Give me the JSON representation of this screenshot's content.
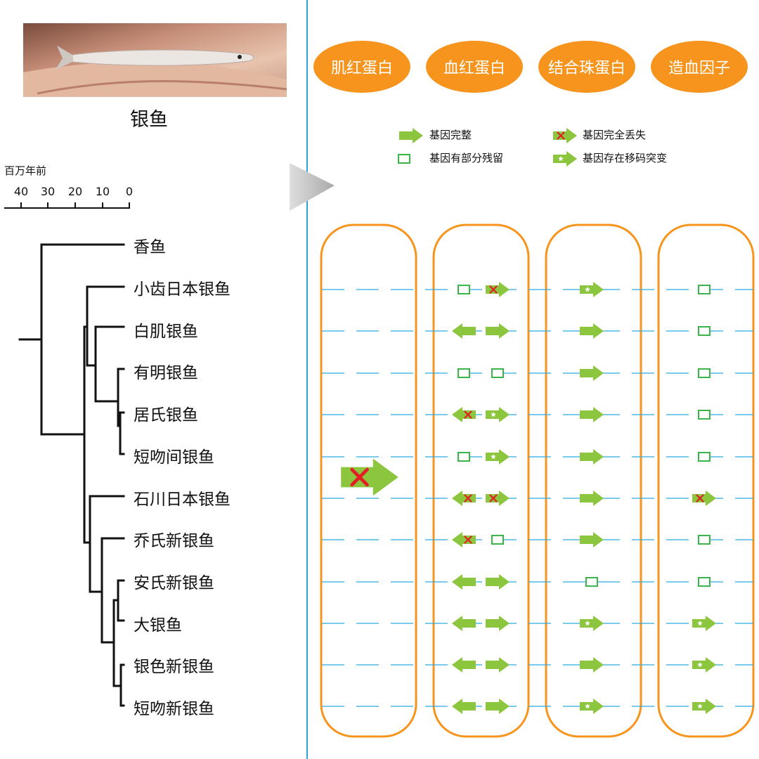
{
  "photo_caption": "银鱼",
  "scale": {
    "title": "百万年前",
    "ticks": [
      "40",
      "30",
      "20",
      "10",
      "0"
    ]
  },
  "species": [
    "香鱼",
    "小齿日本银鱼",
    "白肌银鱼",
    "有明银鱼",
    "居氏银鱼",
    "短吻间银鱼",
    "石川日本银鱼",
    "乔氏新银鱼",
    "安氏新银鱼",
    "大银鱼",
    "银色新银鱼",
    "短吻新银鱼"
  ],
  "genes": [
    "肌红蛋白",
    "血红蛋白",
    "结合珠蛋白",
    "造血因子"
  ],
  "legend": [
    {
      "symbol": "intact",
      "label": "基因完整"
    },
    {
      "symbol": "lost",
      "label": "基因完全丢失"
    },
    {
      "symbol": "residual",
      "label": "基因有部分残留"
    },
    {
      "symbol": "frameshift",
      "label": "基因存在移码突变"
    }
  ],
  "status_grid": {
    "myoglobin_all_species": "lost",
    "hemoglobin": [
      null,
      [
        "residual",
        "lost"
      ],
      [
        "intact",
        "intact"
      ],
      [
        "residual",
        "residual"
      ],
      [
        "lost",
        "frameshift"
      ],
      [
        "residual",
        "frameshift"
      ],
      [
        "lost",
        "lost"
      ],
      [
        "lost",
        "residual"
      ],
      [
        "intact",
        "intact"
      ],
      [
        "intact",
        "intact"
      ],
      [
        "intact",
        "intact"
      ],
      [
        "intact",
        "intact"
      ]
    ],
    "haptoglobin": [
      null,
      "frameshift",
      "intact",
      "intact",
      "intact",
      "intact",
      "intact",
      "intact",
      "residual",
      "frameshift",
      "intact",
      "frameshift"
    ],
    "hematopoietic_factor": [
      null,
      "residual",
      "residual",
      "residual",
      "residual",
      "residual",
      "lost",
      "residual",
      "residual",
      "frameshift",
      "frameshift",
      "frameshift"
    ]
  },
  "colors": {
    "gene_orange": "#f7941d",
    "arrow_green": "#8cc63f",
    "residual_green": "#39b54a",
    "lost_red": "#e31e24",
    "guide_blue": "#29abe2",
    "divider_blue": "#29a3d9"
  }
}
